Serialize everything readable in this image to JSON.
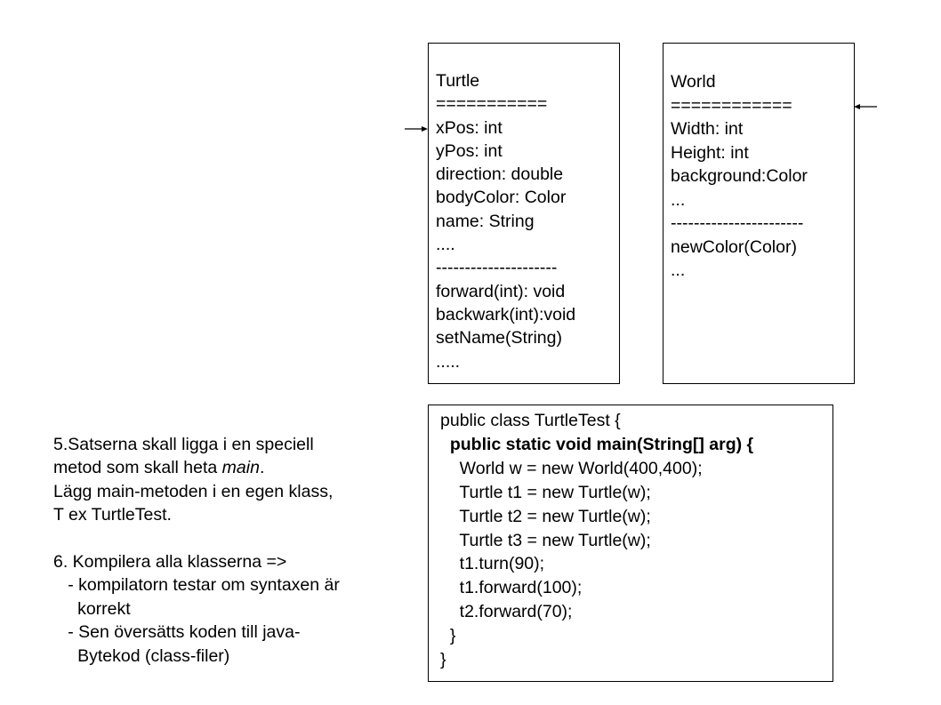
{
  "turtle_class": {
    "lines": [
      "Turtle",
      "===========",
      "xPos: int",
      "yPos: int",
      "direction: double",
      "bodyColor: Color",
      "name: String",
      "....",
      "---------------------",
      "forward(int): void",
      "backwark(int):void",
      "setName(String)",
      "....."
    ]
  },
  "world_class": {
    "lines": [
      "World",
      "============",
      "Width: int",
      "Height: int",
      "background:Color",
      "...",
      "-----------------------",
      "newColor(Color)",
      "..."
    ]
  },
  "code": {
    "lines": [
      "public class TurtleTest {",
      "  public static void main(String[] arg) {",
      "    World w = new World(400,400);",
      "    Turtle t1 = new Turtle(w);",
      "    Turtle t2 = new Turtle(w);",
      "    Turtle t3 = new Turtle(w);",
      "    t1.turn(90);",
      "    t1.forward(100);",
      "    t2.forward(70);",
      "  }",
      "}"
    ]
  },
  "notes": {
    "step5_line1": "5.Satserna skall ligga i en speciell",
    "step5_line2_prefix": "metod som skall heta ",
    "step5_line2_emphasis": "main",
    "step5_line2_suffix": ".",
    "step5_line3": "Lägg main-metoden i en egen klass,",
    "step5_line4": "T ex TurtleTest.",
    "step6_line1": "6. Kompilera alla klasserna =>",
    "step6_line2": "   - kompilatorn testar om syntaxen är",
    "step6_line3": "     korrekt",
    "step6_line4": "   - Sen översätts koden till java-",
    "step6_line5": "     Bytekod (class-filer)"
  }
}
